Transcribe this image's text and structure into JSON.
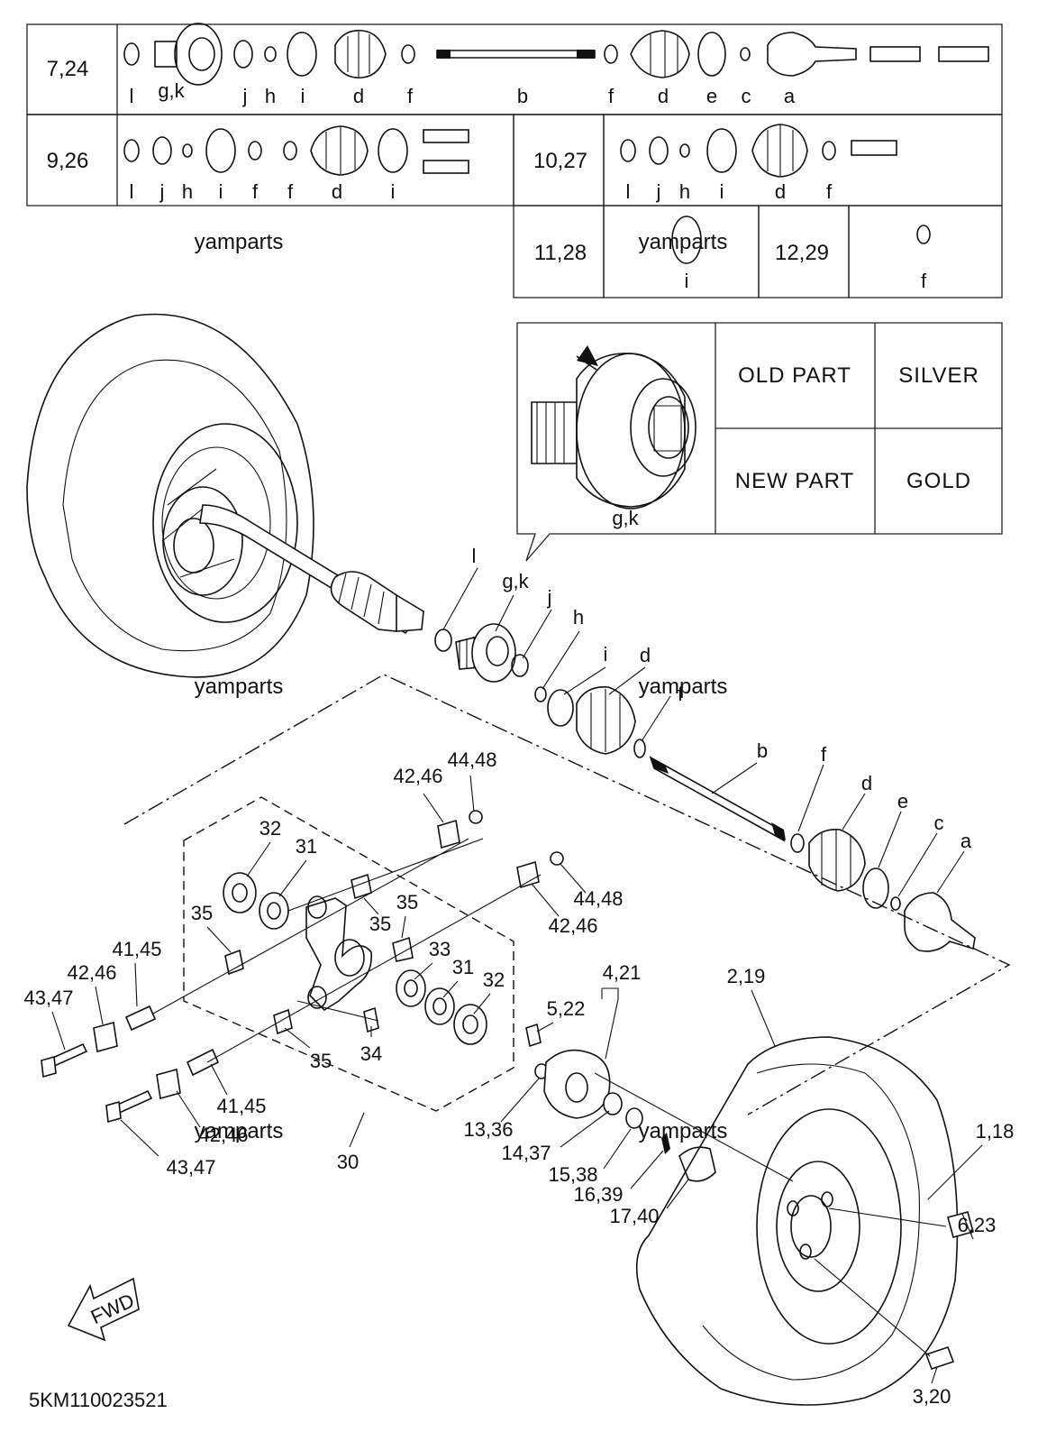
{
  "kit_table": {
    "rows": [
      {
        "ref": "7,24",
        "parts": [
          "l",
          "g,k",
          "j",
          "h",
          "i",
          "d",
          "f",
          "b",
          "f",
          "d",
          "e",
          "c",
          "a"
        ]
      },
      {
        "ref": "9,26",
        "parts": [
          "l",
          "j",
          "h",
          "i",
          "f",
          "f",
          "d",
          "i"
        ]
      },
      {
        "ref": "10,27",
        "parts": [
          "l",
          "j",
          "h",
          "i",
          "d",
          "f"
        ]
      },
      {
        "ref": "11,28",
        "parts": [
          "i"
        ]
      },
      {
        "ref": "12,29",
        "parts": [
          "f"
        ]
      }
    ]
  },
  "color_table": {
    "callout_label": "g,k",
    "old_part": "OLD PART",
    "old_color": "SILVER",
    "new_part": "NEW PART",
    "new_color": "GOLD"
  },
  "watermark": "yamparts",
  "part_callouts": {
    "l": "l",
    "gk": "g,k",
    "j": "j",
    "h": "h",
    "i": "i",
    "d1": "d",
    "f1": "f",
    "b": "b",
    "f2": "f",
    "d2": "d",
    "e": "e",
    "c": "c",
    "a": "a",
    "p44_48a": "44,48",
    "p42_46a": "42,46",
    "p32a": "32",
    "p31a": "31",
    "p35a": "35",
    "p35b": "35",
    "p35c": "35",
    "p44_48b": "44,48",
    "p42_46b": "42,46",
    "p33": "33",
    "p31b": "31",
    "p32b": "32",
    "p41_45a": "41,45",
    "p42_46c": "42,46",
    "p43_47a": "43,47",
    "p34": "34",
    "p35d": "35",
    "p41_45b": "41,45",
    "p42_46d": "42,46",
    "p43_47b": "43,47",
    "p30": "30",
    "p4_21": "4,21",
    "p5_22": "5,22",
    "p2_19": "2,19",
    "p13_36": "13,36",
    "p14_37": "14,37",
    "p15_38": "15,38",
    "p16_39": "16,39",
    "p17_40": "17,40",
    "p1_18": "1,18",
    "p6_23": "6,23",
    "p3_20": "3,20"
  },
  "fwd_label": "FWD",
  "diagram_code": "5KM110023521"
}
